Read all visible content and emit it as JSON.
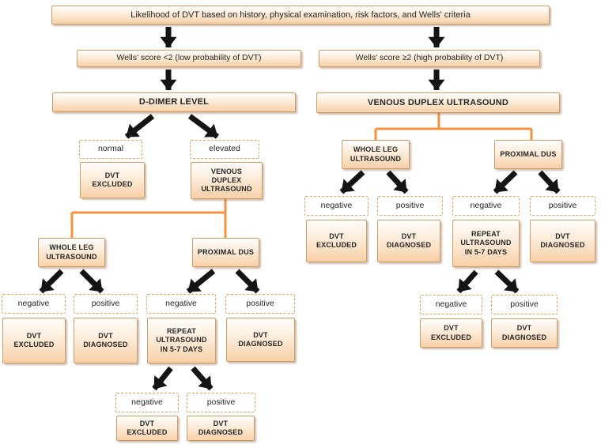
{
  "title": "Likelihood of DVT based on history, physical examination, risk factors, and Wells' criteria",
  "colors": {
    "box_border": "#d09c66",
    "box_fill_top": "#fefdfb",
    "box_fill_bottom": "#f8d0a8",
    "dashed_border": "#ef9f55",
    "connector": "#f5913e",
    "arrow": "#141414",
    "text": "#262626"
  },
  "labels": {
    "negative": "negative",
    "positive": "positive",
    "dvt_excluded": "DVT\nEXCLUDED",
    "dvt_diagnosed": "DVT\nDIAGNOSED",
    "repeat_ultrasound": "REPEAT\nULTRASOUND\nIN 5-7 DAYS",
    "whole_leg_ultrasound": "WHOLE LEG\nULTRASOUND",
    "proximal_dus": "PROXIMAL DUS"
  },
  "left_branch": {
    "wells_score": "Wells' score <2 (low probability of DVT)",
    "header": "D-DIMER LEVEL",
    "dimer_normal": "normal",
    "dimer_elevated": "elevated",
    "venous_duplex": "VENOUS\nDUPLEX\nULTRASOUND"
  },
  "right_branch": {
    "wells_score": "Wells' score ≥2 (high probability of DVT)",
    "header": "VENOUS DUPLEX ULTRASOUND"
  }
}
